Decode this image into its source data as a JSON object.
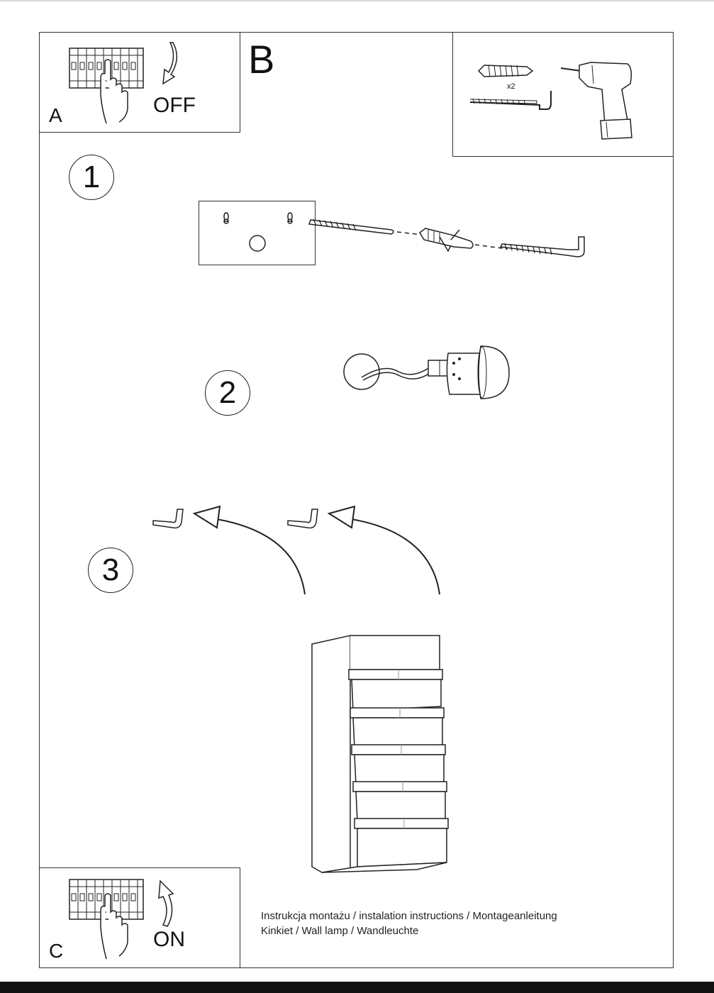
{
  "panels": {
    "a": {
      "letter": "A",
      "action": "OFF"
    },
    "b": {
      "letter": "B",
      "quantity": "x2"
    },
    "c": {
      "letter": "C",
      "action": "ON"
    }
  },
  "steps": [
    "1",
    "2",
    "3"
  ],
  "caption": {
    "line1": "Instrukcja montażu / instalation instructions / Montageanleitung",
    "line2": "Kinkiet / Wall lamp / Wandleuchte"
  },
  "icons": [
    "circuit-breaker-icon",
    "hand-icon",
    "arrow-down-icon",
    "arrow-up-icon",
    "wall-plug-icon",
    "hook-screw-icon",
    "drill-icon",
    "mounting-plate-icon",
    "lamp-socket-icon",
    "wall-lamp-icon"
  ]
}
